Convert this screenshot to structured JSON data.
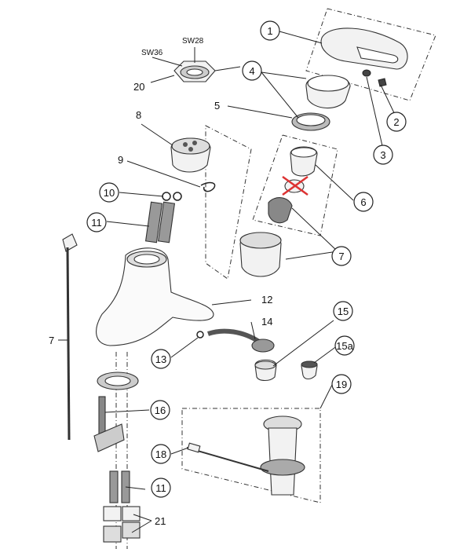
{
  "callouts": {
    "c1": "1",
    "c2": "2",
    "c3": "3",
    "c4": "4",
    "c5": "5",
    "c6": "6",
    "c7a": "7",
    "c7b": "7",
    "c8": "8",
    "c9": "9",
    "c10": "10",
    "c11a": "11",
    "c11b": "11",
    "c12": "12",
    "c13": "13",
    "c14": "14",
    "c15": "15",
    "c15a": "15a",
    "c16": "16",
    "c18": "18",
    "c19": "19",
    "c20": "20",
    "c21": "21"
  },
  "wrench_sizes": {
    "sw36": "SW36",
    "sw28": "SW28"
  }
}
